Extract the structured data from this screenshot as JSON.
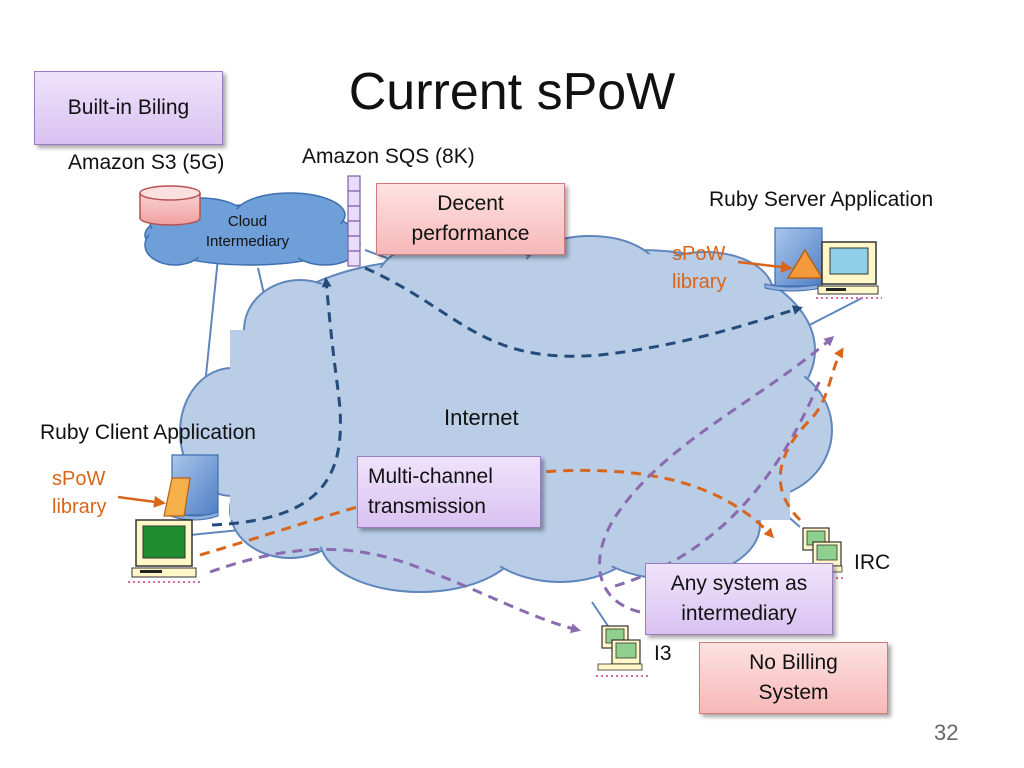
{
  "title": "Current sPoW",
  "page_number": "32",
  "boxes": {
    "built_in_billing": "Built-in Biling",
    "decent_performance": "Decent performance",
    "multi_channel": "Multi-channel transmission",
    "any_system": "Any system as intermediary",
    "no_billing": "No Billing System"
  },
  "labels": {
    "amazon_s3": "Amazon S3 (5G)",
    "amazon_sqs": "Amazon SQS (8K)",
    "cloud_intermediary": "Cloud Intermediary",
    "ruby_server": "Ruby Server Application",
    "ruby_client": "Ruby Client Application",
    "internet": "Internet",
    "irc": "IRC",
    "i3": "I3",
    "spow_library_server": "sPoW library",
    "spow_library_client": "sPoW library"
  },
  "colors": {
    "cloud_fill": "#b9cde6",
    "cloud_stroke": "#5f86bd",
    "small_cloud_fill": "#6f9fd8",
    "navy_dashed": "#244b7a",
    "orange_dashed": "#d9651b",
    "purple_dashed": "#8a6bb0"
  }
}
